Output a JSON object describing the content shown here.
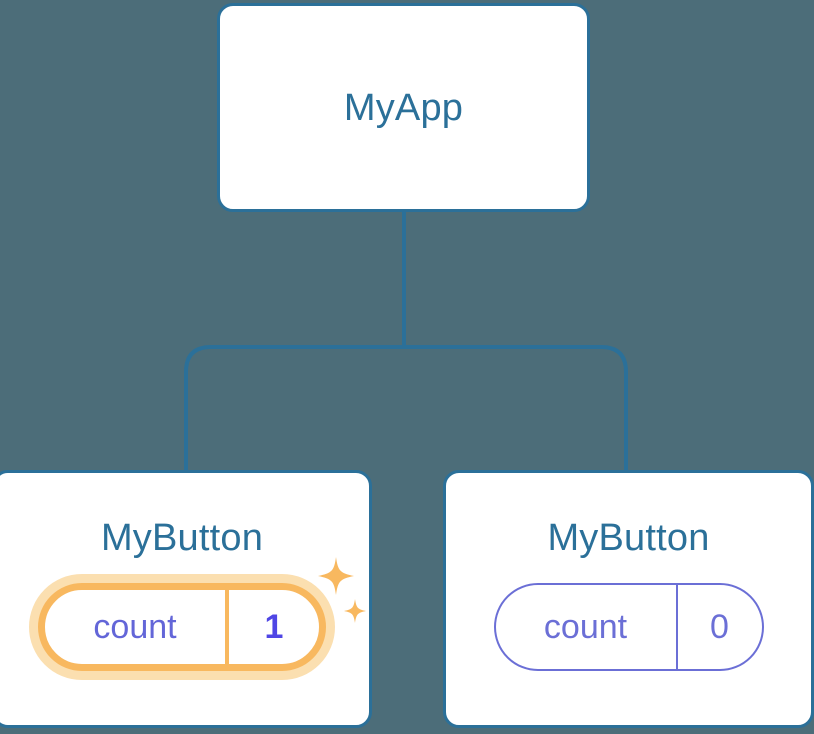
{
  "diagram": {
    "type": "component-tree",
    "background_color": "#4c6d79",
    "edge_color": "#2b7099",
    "node_border_color": "#2b7099",
    "node_title_color": "#2b7099",
    "highlight_color": "#f8b85f",
    "highlight_glow_color": "#fbdfb0",
    "state_color": "#6b6fd6",
    "state_value_highlight_color": "#4f46e5"
  },
  "root": {
    "title": "MyApp"
  },
  "children": [
    {
      "title": "MyButton",
      "state": {
        "key": "count",
        "value": "1"
      },
      "highlighted": true,
      "sparkle_icon": "sparkles-icon"
    },
    {
      "title": "MyButton",
      "state": {
        "key": "count",
        "value": "0"
      },
      "highlighted": false
    }
  ]
}
